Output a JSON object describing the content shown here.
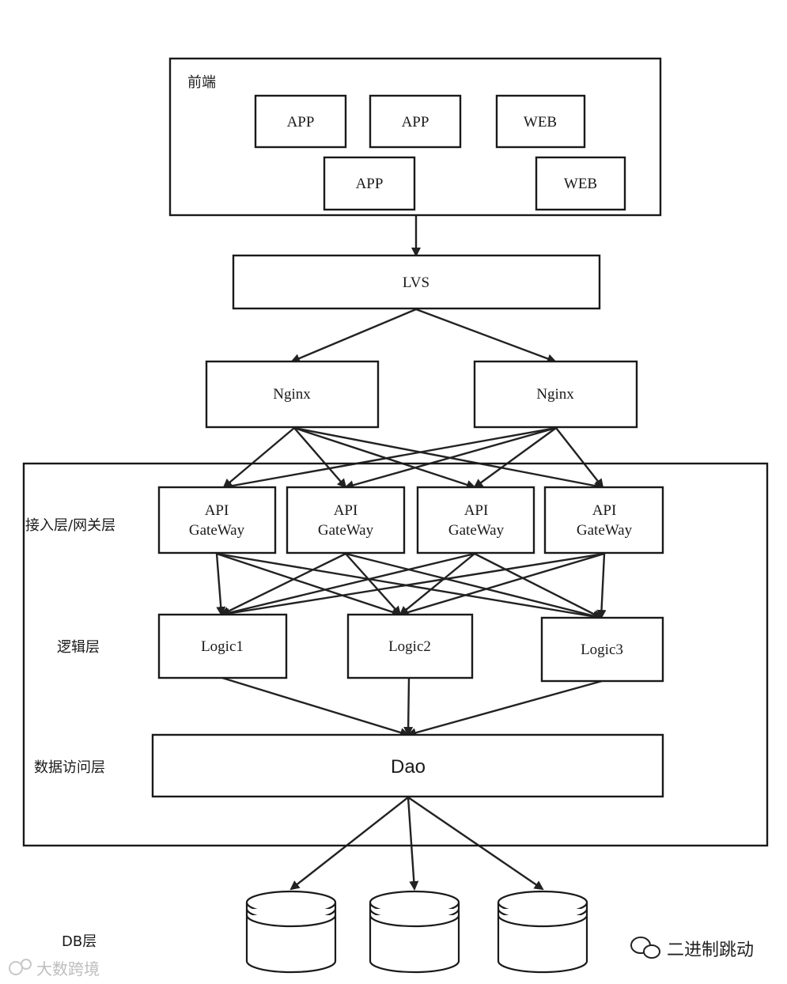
{
  "layers": {
    "frontend": "前端",
    "gateway": "接入层/网关层",
    "logic": "逻辑层",
    "dao": "数据访问层",
    "db": "DB层"
  },
  "nodes": {
    "app1": "APP",
    "app2": "APP",
    "web1": "WEB",
    "app3": "APP",
    "web2": "WEB",
    "lvs": "LVS",
    "nginx1": "Nginx",
    "nginx2": "Nginx",
    "gw1": [
      "API",
      "GateWay"
    ],
    "gw2": [
      "API",
      "GateWay"
    ],
    "gw3": [
      "API",
      "GateWay"
    ],
    "gw4": [
      "API",
      "GateWay"
    ],
    "logic1": "Logic1",
    "logic2": "Logic2",
    "logic3": "Logic3",
    "dao": "Dao"
  },
  "edges": [
    [
      "frontend",
      "lvs"
    ],
    [
      "lvs",
      "nginx1"
    ],
    [
      "lvs",
      "nginx2"
    ],
    [
      "nginx1",
      "gw1"
    ],
    [
      "nginx1",
      "gw2"
    ],
    [
      "nginx1",
      "gw3"
    ],
    [
      "nginx1",
      "gw4"
    ],
    [
      "nginx2",
      "gw1"
    ],
    [
      "nginx2",
      "gw2"
    ],
    [
      "nginx2",
      "gw3"
    ],
    [
      "nginx2",
      "gw4"
    ],
    [
      "gw1",
      "logic1"
    ],
    [
      "gw1",
      "logic2"
    ],
    [
      "gw1",
      "logic3"
    ],
    [
      "gw2",
      "logic1"
    ],
    [
      "gw2",
      "logic2"
    ],
    [
      "gw2",
      "logic3"
    ],
    [
      "gw3",
      "logic1"
    ],
    [
      "gw3",
      "logic2"
    ],
    [
      "gw3",
      "logic3"
    ],
    [
      "gw4",
      "logic1"
    ],
    [
      "gw4",
      "logic2"
    ],
    [
      "gw4",
      "logic3"
    ],
    [
      "logic1",
      "dao"
    ],
    [
      "logic2",
      "dao"
    ],
    [
      "logic3",
      "dao"
    ],
    [
      "dao",
      "db1"
    ],
    [
      "dao",
      "db2"
    ],
    [
      "dao",
      "db3"
    ]
  ],
  "watermarks": {
    "left": "大数跨境",
    "right": "二进制跳动"
  }
}
